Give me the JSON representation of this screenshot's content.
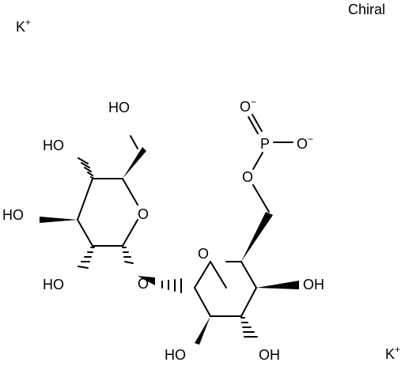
{
  "labels": {
    "chiral": "Chiral",
    "potassium": "K",
    "cation_charge": "+",
    "anion_charge": "−",
    "oxygen": "O",
    "phosphorus": "P",
    "hydroxyl_left": "HO",
    "hydroxyl_right": "OH"
  }
}
